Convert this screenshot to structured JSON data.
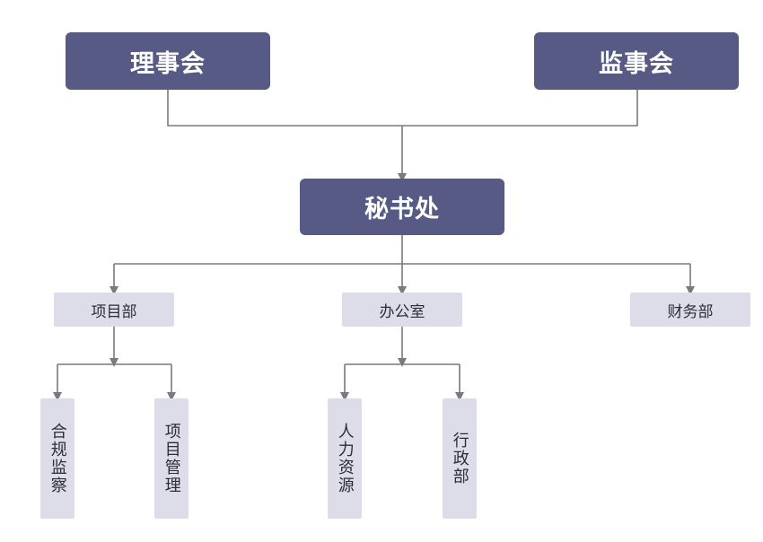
{
  "top": {
    "board": "理事会",
    "supervisors": "监事会"
  },
  "center": {
    "secretariat": "秘书处"
  },
  "departments": {
    "projects": "项目部",
    "office": "办公室",
    "finance": "财务部"
  },
  "sub_units": {
    "compliance": "合规监察",
    "project_management": "项目管理",
    "human_resources": "人力资源",
    "administration": "行政部"
  },
  "colors": {
    "dark_box": "#565a85",
    "light_box": "#dcdde9",
    "connector": "#7a7a7a"
  }
}
